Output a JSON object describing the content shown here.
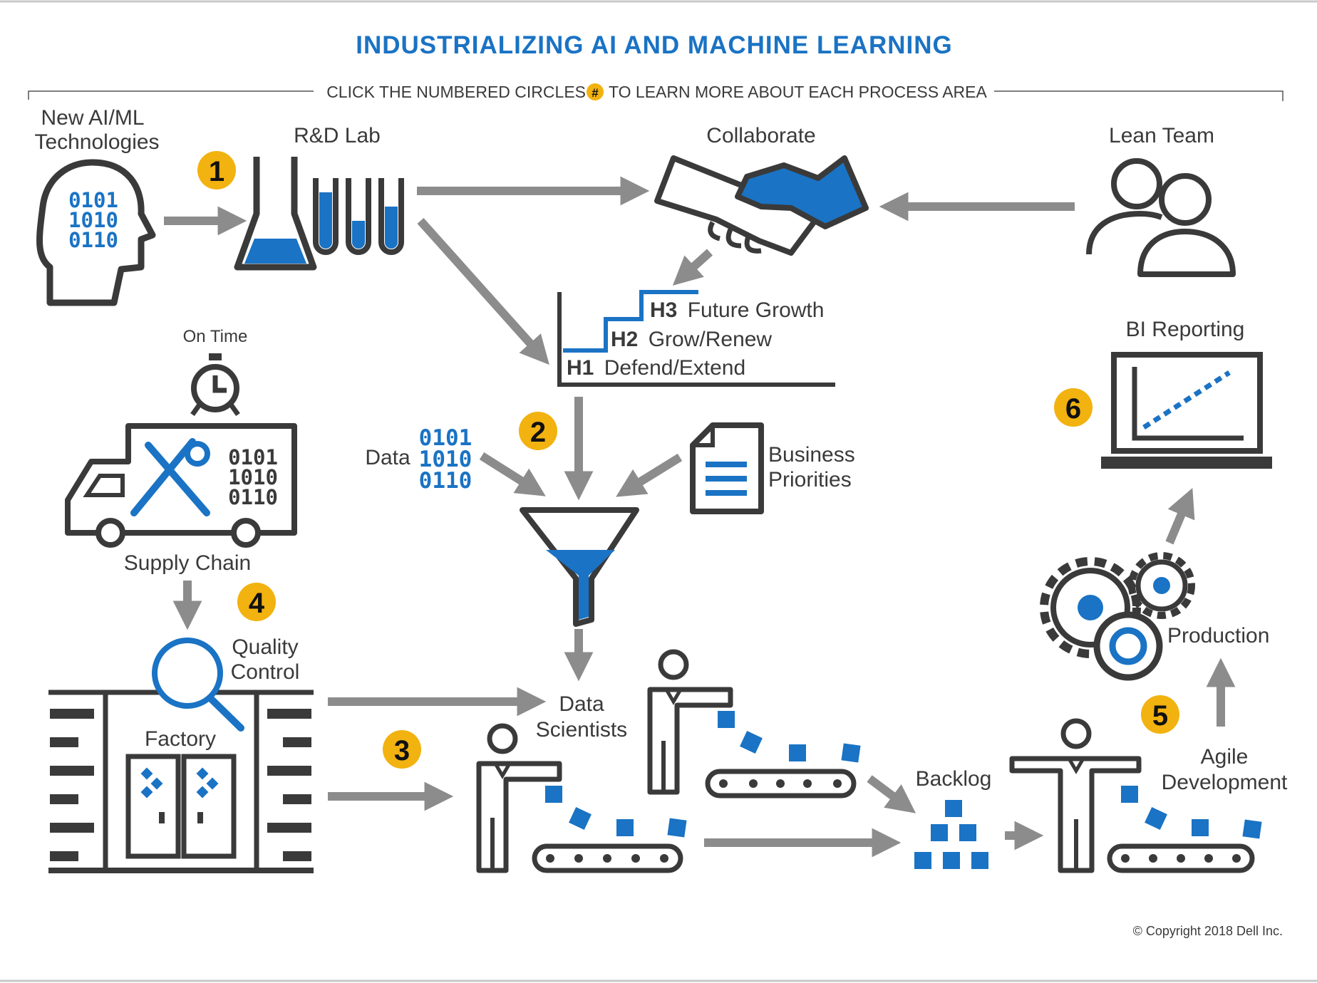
{
  "title": "INDUSTRIALIZING AI AND MACHINE LEARNING",
  "instruction": {
    "before": "CLICK THE NUMBERED CIRCLES",
    "symbol": "#",
    "after": "TO LEARN MORE ABOUT EACH PROCESS AREA"
  },
  "labels": {
    "new_tech_line1": "New AI/ML",
    "new_tech_line2": "Technologies",
    "rd_lab": "R&D Lab",
    "collaborate": "Collaborate",
    "lean_team": "Lean Team",
    "on_time": "On Time",
    "supply_chain": "Supply Chain",
    "quality_line1": "Quality",
    "quality_line2": "Control",
    "factory": "Factory",
    "data": "Data",
    "business_line1": "Business",
    "business_line2": "Priorities",
    "data_scientists_line1": "Data",
    "data_scientists_line2": "Scientists",
    "backlog": "Backlog",
    "agile_line1": "Agile",
    "agile_line2": "Development",
    "production": "Production",
    "bi_reporting": "BI Reporting"
  },
  "horizons": [
    {
      "code": "H3",
      "label": "Future Growth"
    },
    {
      "code": "H2",
      "label": "Grow/Renew"
    },
    {
      "code": "H1",
      "label": "Defend/Extend"
    }
  ],
  "binary": [
    "0101",
    "1010",
    "0110"
  ],
  "numbered_circles": [
    "1",
    "2",
    "3",
    "4",
    "5",
    "6"
  ],
  "copyright": "© Copyright 2018 Dell Inc.",
  "colors": {
    "accent_blue": "#1a73c4",
    "dark_gray": "#3a3a3a",
    "arrow_gray": "#8c8c8c",
    "circle_yellow": "#f2b20f"
  }
}
